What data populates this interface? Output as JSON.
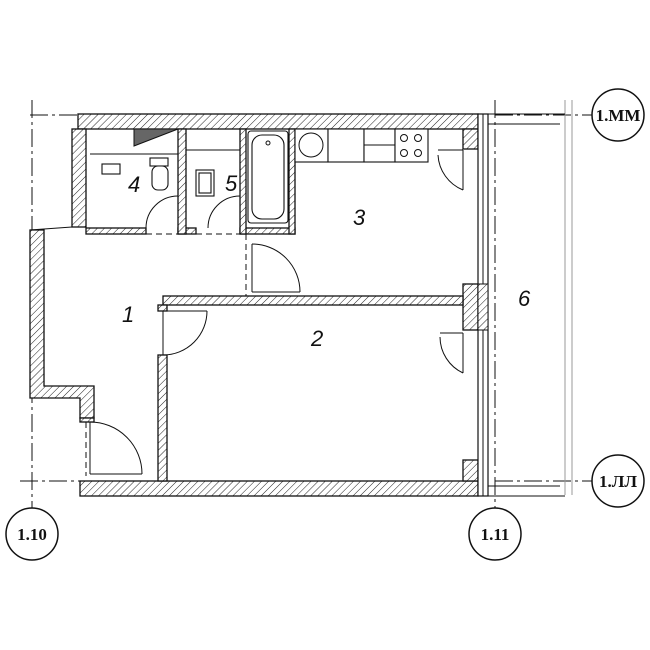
{
  "rooms": [
    {
      "number": "1"
    },
    {
      "number": "2"
    },
    {
      "number": "3"
    },
    {
      "number": "4"
    },
    {
      "number": "5"
    },
    {
      "number": "6"
    }
  ],
  "axes": {
    "right_top": "1.ММ",
    "right_bottom": "1.ЛЛ",
    "bottom_left": "1.10",
    "bottom_right": "1.11"
  }
}
